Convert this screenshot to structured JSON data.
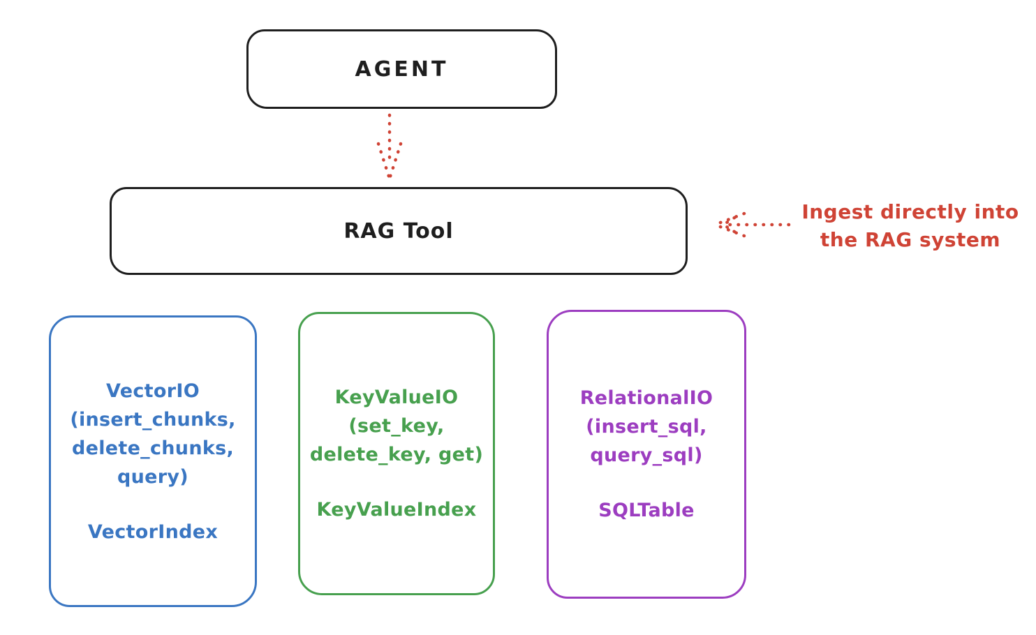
{
  "colors": {
    "background": "#ffffff",
    "black": "#1e1e1e",
    "red": "#cf4335",
    "blue": "#3a76c2",
    "green": "#47a04e",
    "purple": "#9c3dc0"
  },
  "diagram": {
    "agent": {
      "label": "AGENT"
    },
    "rag_tool": {
      "label": "RAG Tool"
    },
    "annotation": {
      "line1": "Ingest directly into",
      "line2": "the RAG system"
    },
    "arrows": [
      {
        "name": "agent-to-rag-tool",
        "style": "dotted",
        "color": "#cf4335",
        "direction": "down"
      },
      {
        "name": "annotation-to-rag-tool",
        "style": "dotted",
        "color": "#cf4335",
        "direction": "left"
      }
    ],
    "io_boxes": [
      {
        "title": "VectorIO",
        "methods": [
          "(insert_chunks,",
          "delete_chunks,",
          "query)"
        ],
        "index": "VectorIndex",
        "color": "#3a76c2"
      },
      {
        "title": "KeyValueIO",
        "methods": [
          "(set_key,",
          "delete_key, get)"
        ],
        "index": "KeyValueIndex",
        "color": "#47a04e"
      },
      {
        "title": "RelationalIO",
        "methods": [
          "(insert_sql,",
          "query_sql)"
        ],
        "index": "SQLTable",
        "color": "#9c3dc0"
      }
    ]
  }
}
